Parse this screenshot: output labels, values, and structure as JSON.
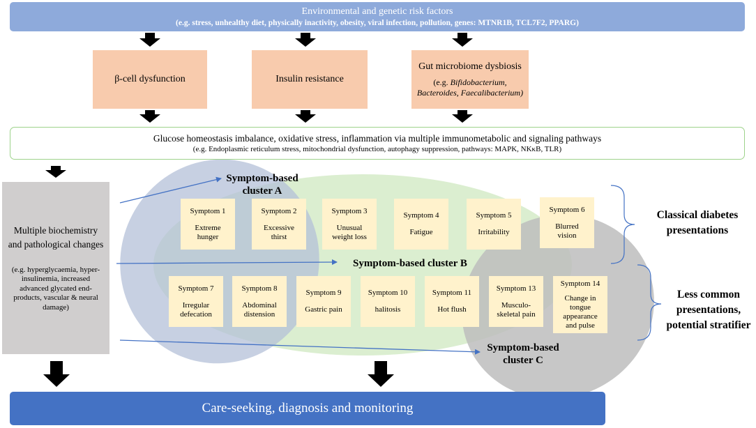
{
  "risk": {
    "title": "Environmental and genetic risk factors",
    "subtitle": "(e.g. stress, unhealthy diet, physically inactivity, obesity, viral infection, pollution, genes: MTNR1B, TCL7F2, PPARG)"
  },
  "causes": [
    {
      "label": "β-cell dysfunction",
      "sub_plain": "",
      "sub_italic": ""
    },
    {
      "label": "Insulin resistance",
      "sub_plain": "",
      "sub_italic": ""
    },
    {
      "label": "Gut microbiome dysbiosis",
      "sub_plain": "(e.g. ",
      "sub_italic": "Bifidobacterium, Bacteroides, Faecalibacterium)"
    }
  ],
  "homeostasis": {
    "title": "Glucose homeostasis imbalance, oxidative stress, inflammation via multiple immunometabolic and signaling pathways",
    "subtitle": "(e.g. Endoplasmic reticulum stress, mitochondrial dysfunction, autophagy suppression, pathways: MAPK, NKκB, TLR)"
  },
  "biochem": {
    "title": "Multiple biochemistry and pathological changes",
    "subtitle": "(e.g. hyperglycaemia, hyper-insulinemia, increased advanced glycated end-products, vascular & neural damage)"
  },
  "clusters": {
    "a": "Symptom-based cluster A",
    "b": "Symptom-based cluster B",
    "c": "Symptom-based cluster C"
  },
  "symptoms_top": [
    {
      "name": "Symptom 1",
      "desc": "Extreme hunger"
    },
    {
      "name": "Symptom 2",
      "desc": "Excessive thirst"
    },
    {
      "name": "Symptom 3",
      "desc": "Unusual weight loss"
    },
    {
      "name": "Symptom 4",
      "desc": "Fatigue"
    },
    {
      "name": "Symptom 5",
      "desc": "Irritability"
    },
    {
      "name": "Symptom 6",
      "desc": "Blurred vision"
    }
  ],
  "symptoms_bottom": [
    {
      "name": "Symptom 7",
      "desc": "Irregular defecation"
    },
    {
      "name": "Symptom 8",
      "desc": "Abdominal distension"
    },
    {
      "name": "Symptom 9",
      "desc": "Gastric pain"
    },
    {
      "name": "Symptom 10",
      "desc": "halitosis"
    },
    {
      "name": "Symptom 11",
      "desc": "Hot flush"
    },
    {
      "name": "Symptom 13",
      "desc": "Musculo-skeletal pain"
    },
    {
      "name": "Symptom 14",
      "desc": "Change in tongue appearance and pulse"
    }
  ],
  "right_labels": {
    "classical": "Classical diabetes presentations",
    "less_common": "Less common presentations, potential stratifier"
  },
  "outcome": "Care-seeking, diagnosis and monitoring",
  "colors": {
    "risk_box": "#8eaadb",
    "cause_box": "#f8cbad",
    "homeostasis_border": "#9dd28a",
    "biochem_box": "#d0cece",
    "symptom_box": "#fff2cc",
    "cluster_a": "#b4c0d8",
    "cluster_b": "#cfe8c0",
    "cluster_c": "#bdbdbd",
    "connector": "#4472c4",
    "outcome_box": "#4472c4"
  }
}
